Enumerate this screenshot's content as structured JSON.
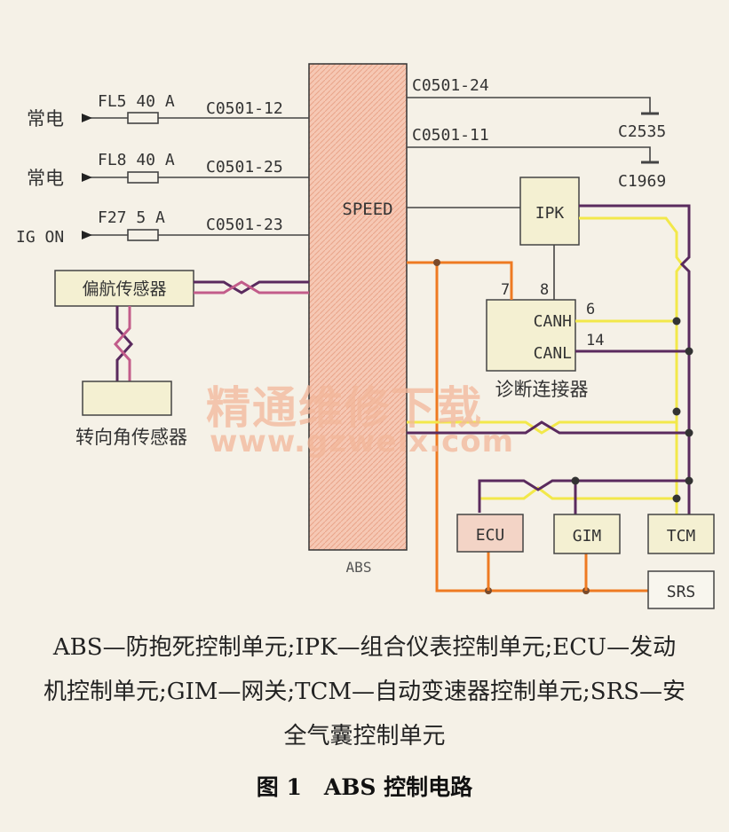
{
  "diagram": {
    "power_inputs": [
      {
        "source": "常电",
        "fuse": "FL5 40 A",
        "pin": "C0501-12"
      },
      {
        "source": "常电",
        "fuse": "FL8 40 A",
        "pin": "C0501-25"
      },
      {
        "source": "IG ON",
        "fuse": "F27 5 A",
        "pin": "C0501-23"
      }
    ],
    "abs_pins_right": [
      {
        "pin": "C0501-24",
        "ground": "C2535"
      },
      {
        "pin": "C0501-11",
        "ground": "C1969"
      }
    ],
    "abs_box": {
      "inside_label": "SPEED",
      "below_label": "ABS"
    },
    "sensors": {
      "yaw": "偏航传感器",
      "steering": "转向角传感器"
    },
    "connector": {
      "name": "诊断连接器",
      "canh": "CANH",
      "canl": "CANL",
      "pin7": "7",
      "pin8": "8",
      "pin6": "6",
      "pin14": "14"
    },
    "modules": {
      "ipk": "IPK",
      "ecu": "ECU",
      "gim": "GIM",
      "tcm": "TCM",
      "srs": "SRS"
    },
    "colors": {
      "purple": "#5a2a5e",
      "yellow": "#f2e84a",
      "orange": "#ee7a22",
      "abs_fill": "#f6c8b4",
      "module_fill": "#f4f0d2",
      "module_pink": "#f3d4c6"
    }
  },
  "watermark": {
    "cn": "精通维修下载",
    "url": "www.gzweix.com"
  },
  "caption": {
    "line1": "ABS—防抱死控制单元;IPK—组合仪表控制单元;ECU—发动",
    "line2": "机控制单元;GIM—网关;TCM—自动变速器控制单元;SRS—安",
    "line3": "全气囊控制单元",
    "figure": "图 1　ABS 控制电路"
  }
}
